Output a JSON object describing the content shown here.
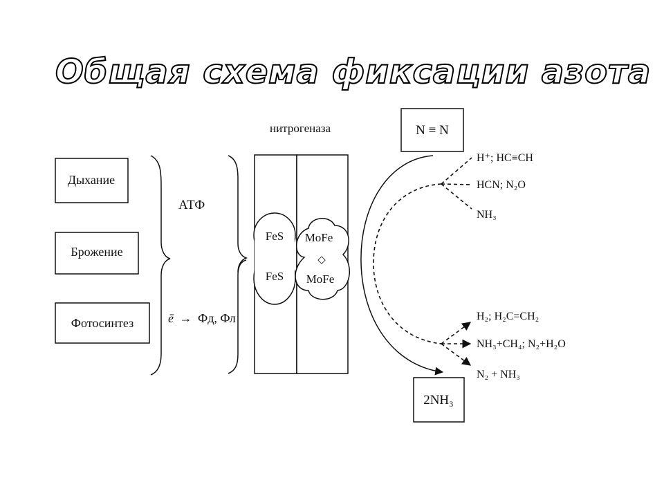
{
  "title": "Общая схема фиксации азота",
  "sources": [
    "Дыхание",
    "Брожение",
    "Фотосинтез"
  ],
  "atp_label": "АТФ",
  "electron": {
    "symbol": "ē",
    "arrow": "→",
    "rest": "Фд, Фл"
  },
  "enzyme_label": "нитрогеназа",
  "clusters": {
    "fes_top": "FeS",
    "fes_bottom": "FeS",
    "mofe_top": "MoFe",
    "mofe_bottom": "MoFe",
    "diamond": "◇"
  },
  "substrate": "N ≡ N",
  "product": "2NH₃",
  "alt_substrates": [
    "H⁺; HC≡CH",
    "HCN; N₂O",
    "NH₃"
  ],
  "alt_products": [
    "H₂; H₂C=CH₂",
    "NH₃+CH₄; N₂+H₂O",
    "N₂ + NH₃"
  ]
}
